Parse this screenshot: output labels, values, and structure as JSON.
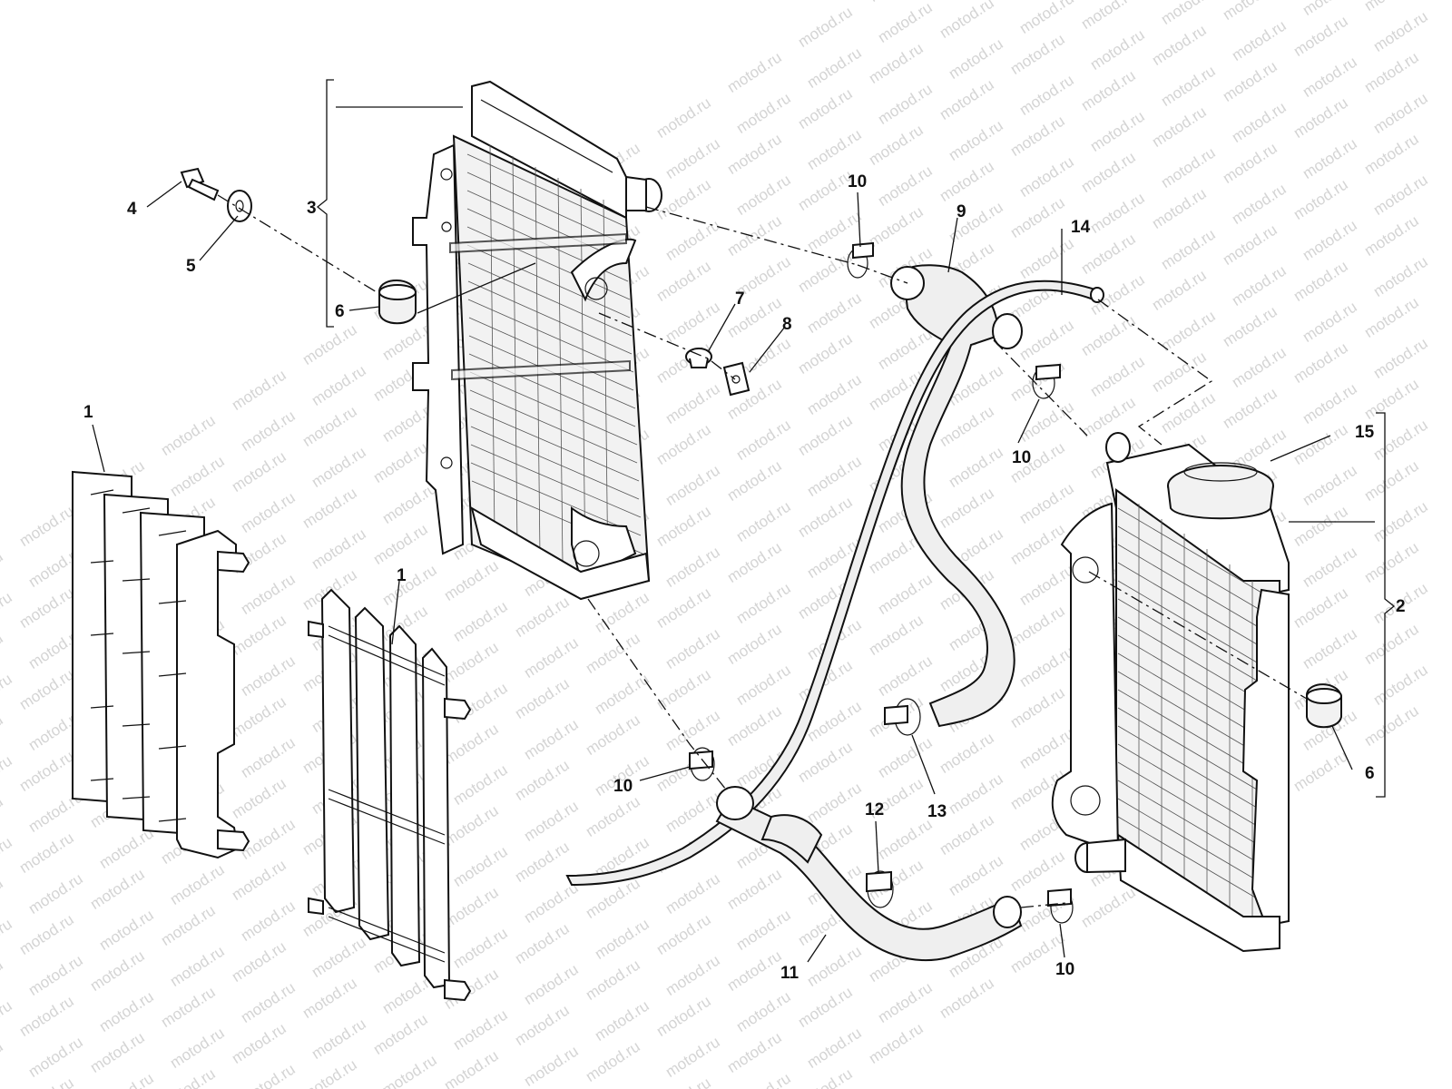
{
  "watermark_text": "motod.ru",
  "callouts": {
    "c1a": "1",
    "c1b": "1",
    "c2": "2",
    "c3": "3",
    "c4": "4",
    "c5": "5",
    "c6a": "6",
    "c6b": "6",
    "c7": "7",
    "c8": "8",
    "c9": "9",
    "c10a": "10",
    "c10b": "10",
    "c10c": "10",
    "c10d": "10",
    "c11": "11",
    "c12": "12",
    "c13": "13",
    "c14": "14",
    "c15": "15"
  },
  "colors": {
    "line": "#111111",
    "watermark": "#d4d4d4",
    "background": "#ffffff"
  }
}
